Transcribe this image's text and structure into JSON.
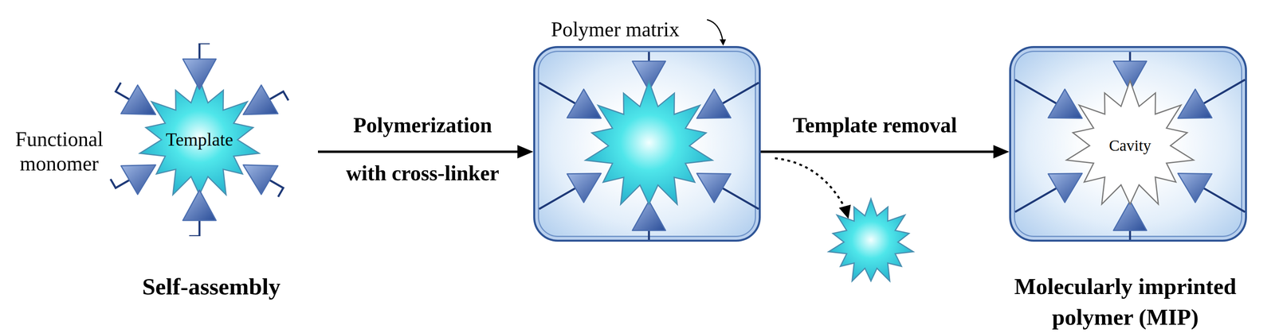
{
  "diagram": {
    "nodes": [
      {
        "text": [
          "Template"
        ]
      },
      {
        "text": [
          "Polymer matrix"
        ]
      },
      {
        "text": [
          "Molecularly imprinted polymer (MIP)"
        ]
      },
      {
        "text": [
          "Cavity"
        ],
        "in": 2
      }
    ],
    "edges": [
      {
        "from": 0,
        "to": 1,
        "arrow": "to"
      },
      {
        "from": 1,
        "to": 2,
        "arrow": "to"
      }
    ],
    "labels": [
      "Functional monomer",
      "Self-assembly",
      "Polymerization",
      "with cross-linker",
      "Template removal"
    ]
  }
}
